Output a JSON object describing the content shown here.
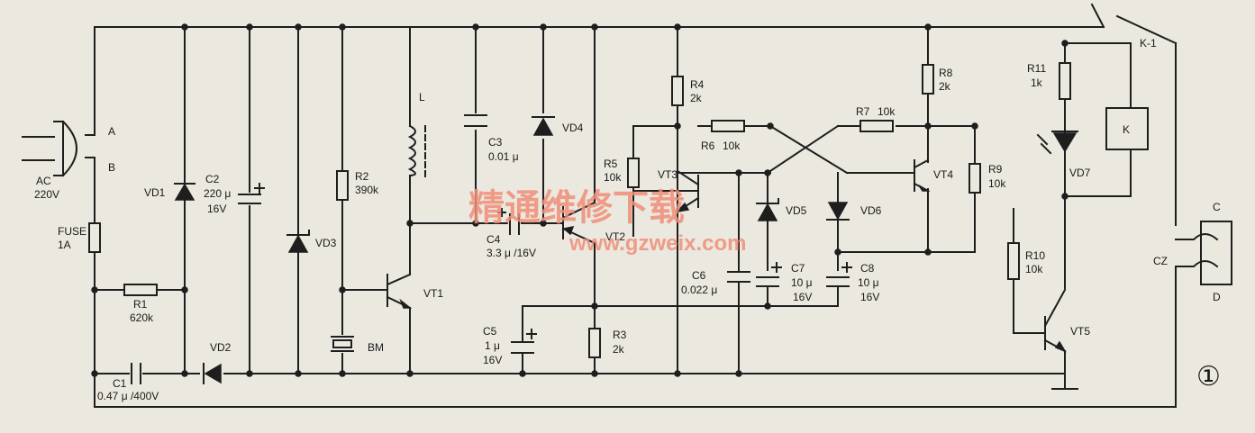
{
  "labels": {
    "plug_a": "A",
    "plug_b": "B",
    "ac": "AC",
    "ac_v": "220V",
    "fuse": "FUSE",
    "fuse_v": "1A",
    "r1": "R1",
    "r1_v": "620k",
    "c1": "C1",
    "c1_v": "0.47 μ /400V",
    "vd1": "VD1",
    "vd2": "VD2",
    "c2": "C2",
    "c2_v1": "220 μ",
    "c2_v2": "16V",
    "vd3": "VD3",
    "r2": "R2",
    "r2_v": "390k",
    "bm": "BM",
    "vt1": "VT1",
    "l": "L",
    "c3": "C3",
    "c3_v": "0.01 μ",
    "vd4": "VD4",
    "c4": "C4",
    "c4_v": "3.3 μ /16V",
    "vt2": "VT2",
    "c5": "C5",
    "c5_v1": "1 μ",
    "c5_v2": "16V",
    "r3": "R3",
    "r3_v": "2k",
    "r4": "R4",
    "r4_v": "2k",
    "r5": "R5",
    "r5_v": "10k",
    "r6": "R6",
    "r6_v": "10k",
    "vt3": "VT3",
    "vd5": "VD5",
    "c6": "C6",
    "c6_v": "0.022 μ",
    "c7": "C7",
    "c7_v1": "10 μ",
    "c7_v2": "16V",
    "r7": "R7",
    "r7_v": "10k",
    "vd6": "VD6",
    "c8": "C8",
    "c8_v1": "10 μ",
    "c8_v2": "16V",
    "r8": "R8",
    "r8_v": "2k",
    "vt4": "VT4",
    "r9": "R9",
    "r9_v": "10k",
    "r10": "R10",
    "r10_v": "10k",
    "r11": "R11",
    "r11_v": "1k",
    "vd7": "VD7",
    "vt5": "VT5",
    "k1": "K-1",
    "k": "K",
    "cz": "CZ",
    "c": "C",
    "d": "D",
    "figure_number": "①"
  },
  "watermark": {
    "text_cn": "精通维修下载",
    "text_url": "www.gzweix.com",
    "color": "#ef8e78"
  },
  "colors": {
    "ink": "#1e1e1e",
    "paper": "#ebe8df"
  }
}
